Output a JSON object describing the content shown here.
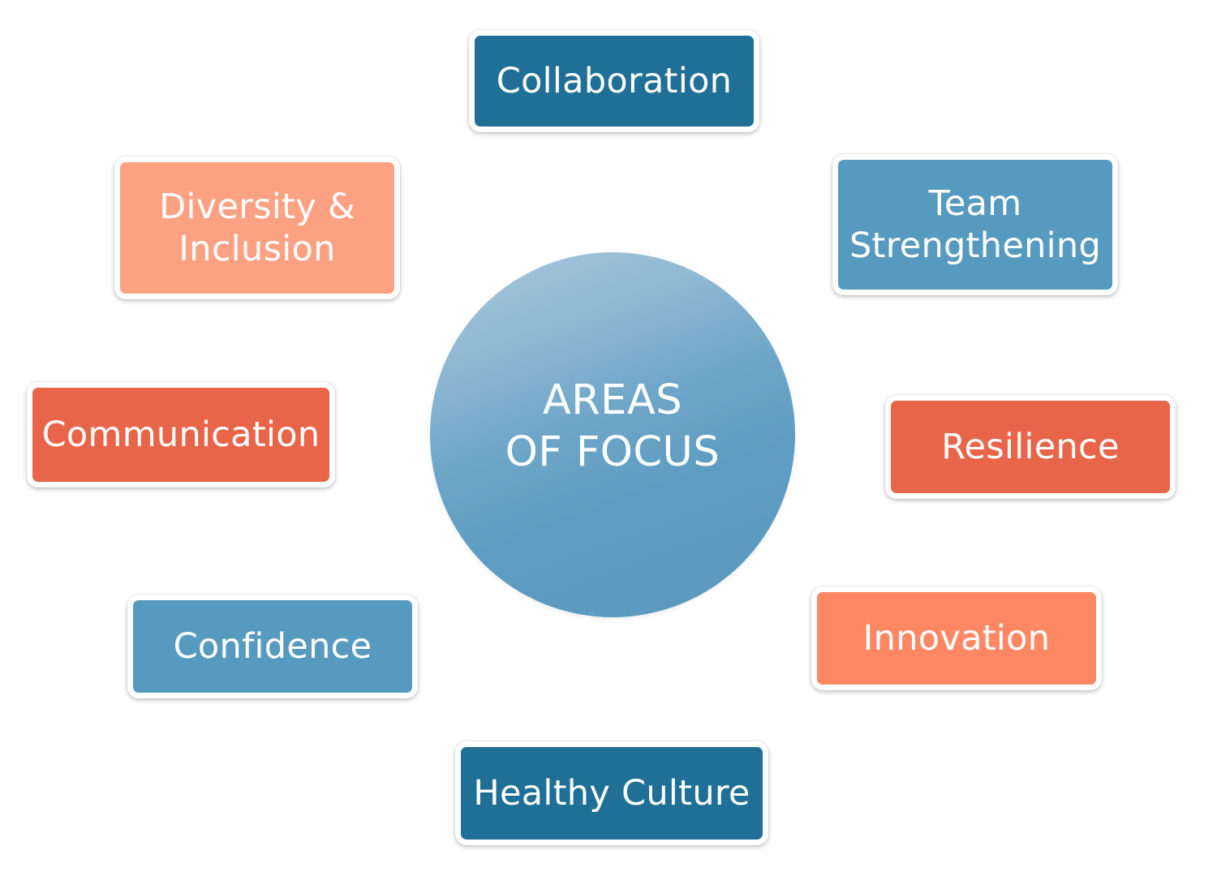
{
  "center": {
    "line1": "AREAS",
    "line2": "OF FOCUS",
    "color": "#5a99bf"
  },
  "areas": [
    {
      "lines": [
        "Collaboration"
      ],
      "color": "#1f6f97"
    },
    {
      "lines": [
        "Team",
        "Strengthening"
      ],
      "color": "#569bbf"
    },
    {
      "lines": [
        "Diversity &",
        "Inclusion"
      ],
      "color": "#fda183"
    },
    {
      "lines": [
        "Communication"
      ],
      "color": "#e9654a"
    },
    {
      "lines": [
        "Resilience"
      ],
      "color": "#e9654a"
    },
    {
      "lines": [
        "Innovation"
      ],
      "color": "#fd8863"
    },
    {
      "lines": [
        "Confidence"
      ],
      "color": "#569bbf"
    },
    {
      "lines": [
        "Healthy Culture"
      ],
      "color": "#1f6f97"
    }
  ]
}
